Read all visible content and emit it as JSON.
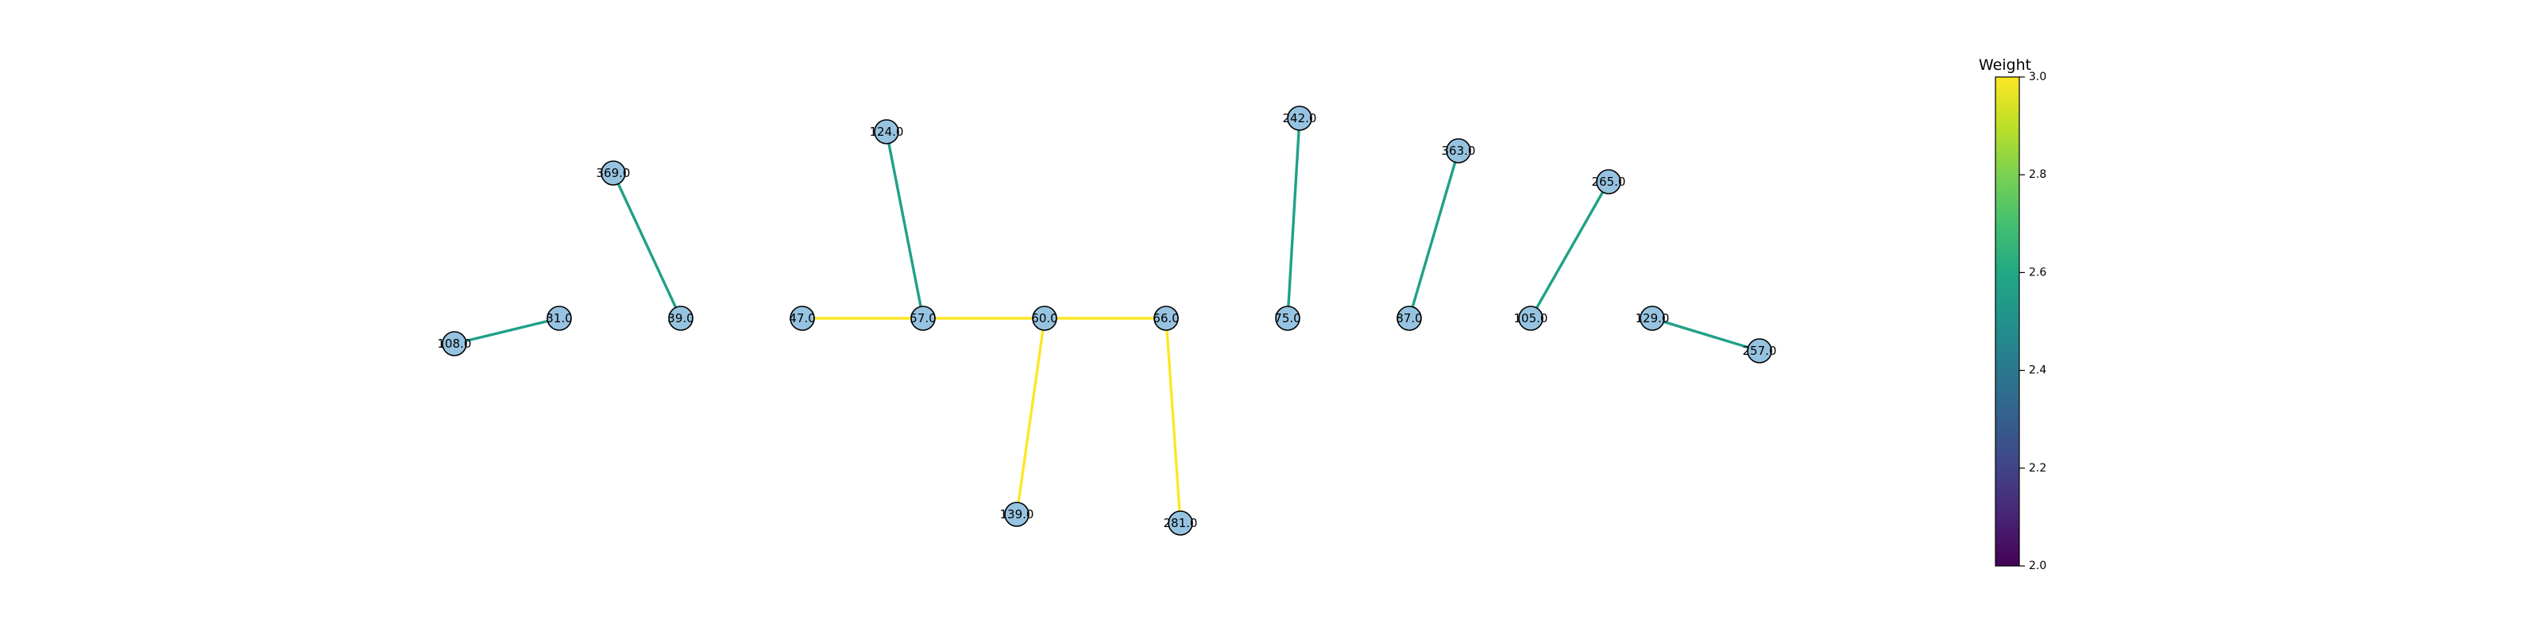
{
  "chart_data": {
    "type": "network",
    "nodes": [
      "108.0",
      "31.0",
      "369.0",
      "39.0",
      "47.0",
      "124.0",
      "57.0",
      "60.0",
      "139.0",
      "66.0",
      "281.0",
      "242.0",
      "75.0",
      "363.0",
      "87.0",
      "265.0",
      "105.0",
      "129.0",
      "257.0"
    ],
    "edges": [
      {
        "source": "108.0",
        "target": "31.0",
        "weight": 2.6
      },
      {
        "source": "369.0",
        "target": "39.0",
        "weight": 2.6
      },
      {
        "source": "47.0",
        "target": "57.0",
        "weight": 3.0
      },
      {
        "source": "124.0",
        "target": "57.0",
        "weight": 2.6
      },
      {
        "source": "57.0",
        "target": "60.0",
        "weight": 3.0
      },
      {
        "source": "60.0",
        "target": "66.0",
        "weight": 3.0
      },
      {
        "source": "60.0",
        "target": "139.0",
        "weight": 3.0
      },
      {
        "source": "66.0",
        "target": "281.0",
        "weight": 3.0
      },
      {
        "source": "242.0",
        "target": "75.0",
        "weight": 2.6
      },
      {
        "source": "363.0",
        "target": "87.0",
        "weight": 2.6
      },
      {
        "source": "265.0",
        "target": "105.0",
        "weight": 2.6
      },
      {
        "source": "129.0",
        "target": "257.0",
        "weight": 2.6
      }
    ],
    "colorbar": {
      "title": "Weight",
      "colormap": "viridis",
      "range": [
        2.0,
        3.0
      ],
      "ticks": [
        "2.0",
        "2.2",
        "2.4",
        "2.6",
        "2.8",
        "3.0"
      ]
    }
  },
  "colors": {
    "node_fill": "#96c3e0",
    "weight_2_6": "#1fa187",
    "weight_3_0": "#fde725"
  }
}
